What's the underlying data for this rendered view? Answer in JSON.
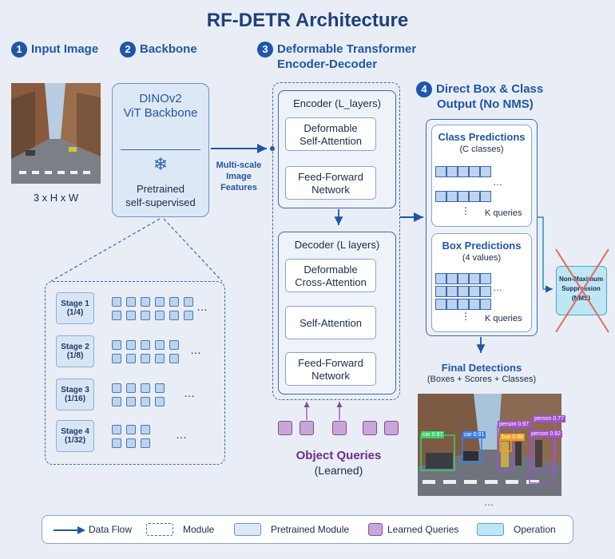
{
  "title": "RF-DETR Architecture",
  "steps": {
    "input": {
      "num": "1",
      "label": "Input Image",
      "caption": "3 x H x W"
    },
    "backbone": {
      "num": "2",
      "label": "Backbone",
      "name_line1": "DINOv2",
      "name_line2": "ViT Backbone",
      "sub_line1": "Pretrained",
      "sub_line2": "self-supervised"
    },
    "encdec": {
      "num": "3",
      "label_line1": "Deformable Transformer",
      "label_line2": "Encoder-Decoder"
    },
    "output": {
      "num": "4",
      "label_line1": "Direct Box & Class",
      "label_line2": "Output (No NMS)"
    }
  },
  "features_label": [
    "Multi-scale",
    "Image",
    "Features"
  ],
  "stages": [
    {
      "name": "Stage 1",
      "scale": "(1/4)"
    },
    {
      "name": "Stage 2",
      "scale": "(1/8)"
    },
    {
      "name": "Stage 3",
      "scale": "(1/16)"
    },
    {
      "name": "Stage 4",
      "scale": "(1/32)"
    }
  ],
  "ellipsis": "…",
  "vellipsis": "⋮",
  "encoder": {
    "title": "Encoder (L_layers)",
    "blocks": [
      [
        "Deformable",
        "Self-Attention"
      ],
      [
        "Feed-Forward",
        "Network"
      ]
    ]
  },
  "decoder": {
    "title": "Decoder (L layers)",
    "blocks": [
      [
        "Deformable",
        "Cross-Attention"
      ],
      [
        "Self-Attention",
        ""
      ],
      [
        "Feed-Forward",
        "Network"
      ]
    ]
  },
  "class_pred": {
    "title": "Class Predictions",
    "sub": "(C classes)",
    "k": "K queries"
  },
  "box_pred": {
    "title": "Box Predictions",
    "sub": "(4 values)",
    "k": "K queries"
  },
  "nms": [
    "Non-Maximum",
    "Suppression",
    "(NMS)"
  ],
  "final": {
    "title": "Final Detections",
    "sub": "(Boxes + Scores + Classes)"
  },
  "detections": [
    "car 0.97",
    "car 0.91",
    "person 0.97",
    "person 0.77",
    "bus 0.98",
    "person 0.92"
  ],
  "object_queries": {
    "title": "Object Queries",
    "sub": "(Learned)"
  },
  "legend": [
    "Data Flow",
    "Module",
    "Pretrained Module",
    "Learned Queries",
    "Operation"
  ],
  "colors": {
    "accent": "#1f56a8",
    "title": "#1e3f7e",
    "pretrained": "#dce8f6",
    "learned": "#c9a6d8",
    "operation": "#bfe6f4",
    "nms_cross": "#e36b5a",
    "purple_text": "#6a2c8a"
  }
}
